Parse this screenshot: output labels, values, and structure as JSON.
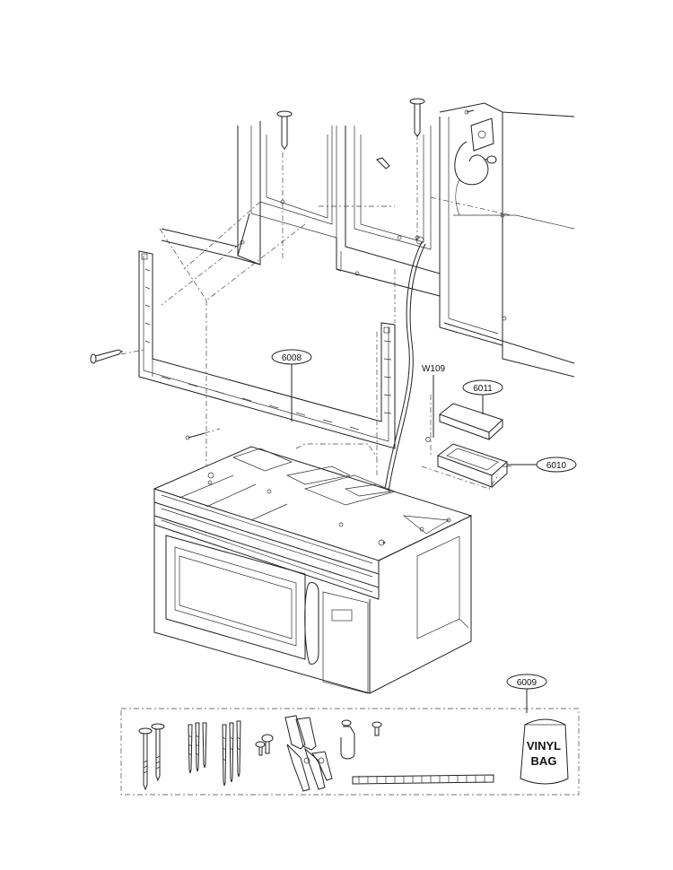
{
  "callouts": {
    "bracket": "6008",
    "hardware_kit": "6009",
    "duct_part": "6010",
    "duct_cover": "6011",
    "cord_label": "W109"
  },
  "vinyl_bag": {
    "line1": "VINYL",
    "line2": "BAG"
  }
}
